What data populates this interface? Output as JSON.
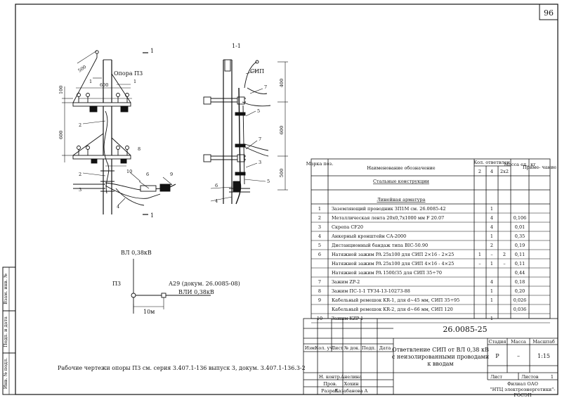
{
  "sheet": {
    "page_number": "96",
    "note": "Рабочие чертежи опоры П3 см. серия 3.407.1-136 выпуск 3, докум. 3.407.1-136.3-2"
  },
  "margin_labels": [
    "Взам. инв. №",
    "Подп. и дата",
    "Инв. № подл."
  ],
  "drawing": {
    "support_label": "Опора П3",
    "section_label": "1-1",
    "sip_label": "СИП",
    "section_mark": "1",
    "dims_left": [
      "500",
      "600",
      "100",
      "600"
    ],
    "dims_right": [
      "400",
      "600",
      "500"
    ],
    "pos_left": [
      "1",
      "2",
      "8",
      "2",
      "10",
      "6",
      "9",
      "3",
      "4",
      "1"
    ],
    "pos_right": [
      "7",
      "5",
      "7",
      "3",
      "6",
      "5",
      "4"
    ]
  },
  "scheme": {
    "vl_label": "ВЛ 0,38кВ",
    "p3_label": "П3",
    "a29_label": "А29 (докум. 26.0085-08)",
    "vli_label": "ВЛИ 0,38кВ",
    "dist_label": "10м"
  },
  "spec": {
    "headers": {
      "mark": "Марка поз.",
      "name": "Наименование обозначение",
      "qty": "Кол. ответвлен.",
      "mass": "Масса ед., кг",
      "note": "Приме- чание",
      "sub": [
        "2",
        "4",
        "2х2"
      ]
    },
    "sections": {
      "steel": "Стальные конструкции",
      "fittings": "Линейная арматура"
    },
    "rows": [
      {
        "pos": "1",
        "name": "Заземляющий проводник ЗП1М см. 26.0085-42",
        "q2": "",
        "q4": "1",
        "q22": "",
        "mass": ""
      },
      {
        "pos": "2",
        "name": "Металлическая лента 20х0,7х1000 мм F 20.07",
        "q2": "",
        "q4": "4",
        "q22": "",
        "mass": "0,106"
      },
      {
        "pos": "3",
        "name": "Скрепа CF20",
        "q2": "",
        "q4": "4",
        "q22": "",
        "mass": "0,01"
      },
      {
        "pos": "4",
        "name": "Анкерный кронштейн CA-2000",
        "q2": "",
        "q4": "1",
        "q22": "",
        "mass": "0,35"
      },
      {
        "pos": "5",
        "name": "Дистанционный бандаж типа BIC-50.90",
        "q2": "",
        "q4": "2",
        "q22": "",
        "mass": "0,19"
      },
      {
        "pos": "6",
        "name": "Натяжной зажим PA 25х100 для СИП 2×16 - 2×25",
        "q2": "1",
        "q4": "–",
        "q22": "2",
        "mass": "0,11"
      },
      {
        "pos": "",
        "name": "Натяжной зажим PA 25х100 для СИП 4×16 - 4×25",
        "q2": "–",
        "q4": "1",
        "q22": "–",
        "mass": "0,11"
      },
      {
        "pos": "",
        "name": "Натяжной зажим PA 1500/35 для СИП 35÷70",
        "q2": "",
        "q4": "",
        "q22": "",
        "mass": "0,44"
      },
      {
        "pos": "7",
        "name": "Зажим ZP-2",
        "q2": "",
        "q4": "4",
        "q22": "",
        "mass": "0,18"
      },
      {
        "pos": "8",
        "name": "Зажим ПС-1-1 ТУ34-13-10273-88",
        "q2": "",
        "q4": "1",
        "q22": "",
        "mass": "0,20"
      },
      {
        "pos": "9",
        "name": "Кабельный ремешок KR-1, для d~45 мм, СИП 35÷95",
        "q2": "",
        "q4": "1",
        "q22": "",
        "mass": "0,026"
      },
      {
        "pos": "",
        "name": "Кабельный ремешок KR-2, для d~66 мм, СИП 120",
        "q2": "",
        "q4": "",
        "q22": "",
        "mass": "0,036"
      },
      {
        "pos": "10",
        "name": "Зажим KZP-1",
        "q2": "",
        "q4": "1",
        "q22": "",
        "mass": ""
      }
    ]
  },
  "title_block": {
    "doc_code": "26.0085-25",
    "title_line1": "Ответвление СИП от ВЛ 0,38 кВ",
    "title_line2": "с неизолированными проводами",
    "title_line3": "к вводам",
    "col_headers": [
      "Изм.",
      "Кол. уч.",
      "Лист",
      "№ док.",
      "Подп.",
      "Дата"
    ],
    "roles": [
      {
        "role": "Н. контр.",
        "name": "Анелина"
      },
      {
        "role": "Пров.",
        "name": "Хохин"
      },
      {
        "role": "Разраб.",
        "name": "Казабанова А"
      }
    ],
    "stage_label": "Стадия",
    "mass_label": "Масса",
    "scale_label": "Масштаб",
    "stage": "Р",
    "mass": "–",
    "scale": "1:15",
    "sheet_label": "Лист",
    "sheets_label": "Листов",
    "sheets": "1",
    "org_line1": "Филиал ОАО",
    "org_line2": "\"НТЦ электроэнергетики\"-",
    "org_line3": "РОСЭП"
  }
}
